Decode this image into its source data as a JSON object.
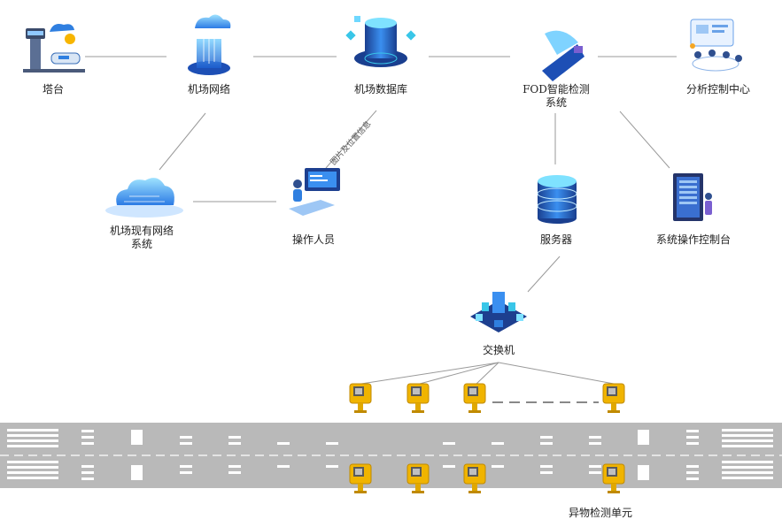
{
  "nodes": {
    "tower": "塔台",
    "airport_network": "机场网络",
    "airport_database": "机场数据库",
    "fod_system_line1": "FOD智能检测",
    "fod_system_line2": "系统",
    "analysis_center": "分析控制中心",
    "existing_network_line1": "机场现有网络",
    "existing_network_line2": "系统",
    "operator": "操作人员",
    "server": "服务器",
    "console": "系统操作控制台",
    "switch": "交换机",
    "detection_unit": "异物检测单元"
  },
  "edge_labels": {
    "db_operator": "图片及位置信息"
  },
  "colors": {
    "runway": "#b9b9b9",
    "marking": "#ffffff",
    "line": "#9a9a9a",
    "detector_yellow": "#f0b400",
    "accent_blue": "#2f7fe0",
    "accent_cyan": "#39c6e8"
  }
}
